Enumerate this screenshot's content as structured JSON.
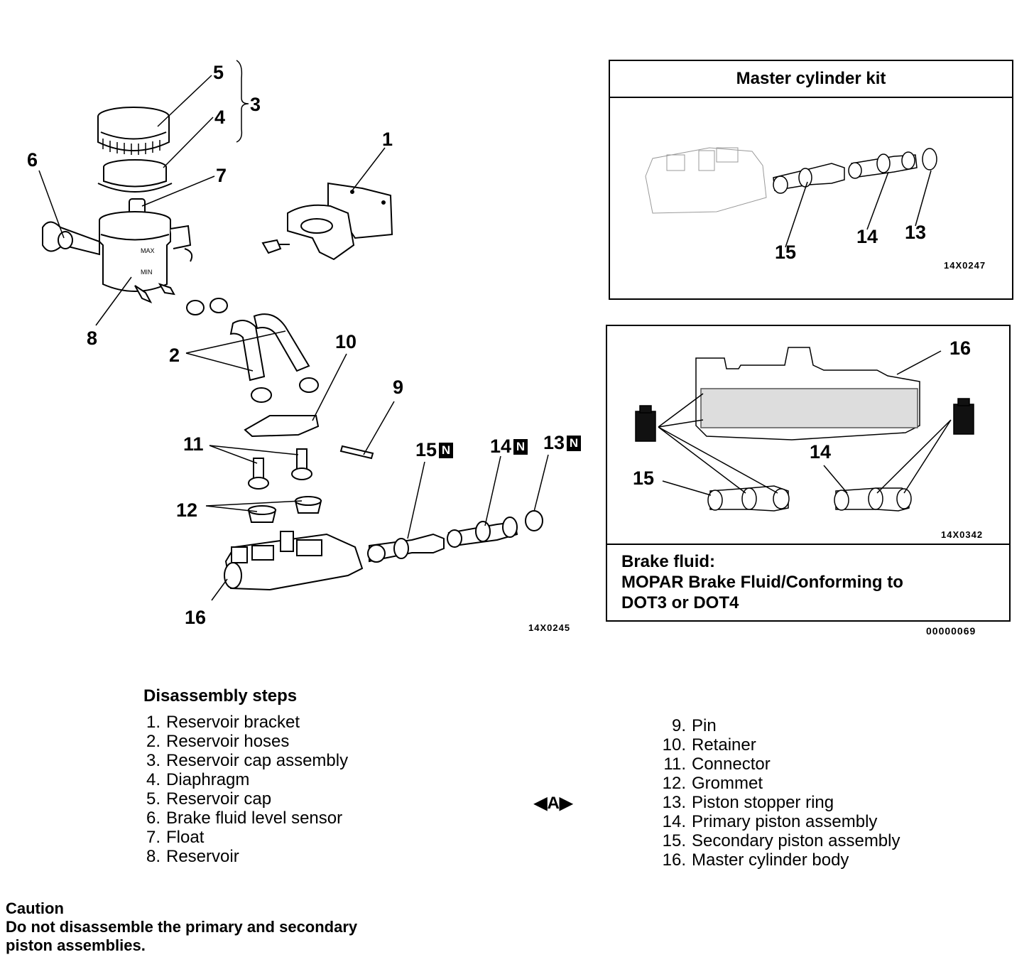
{
  "main_diagram": {
    "callouts": {
      "c1": "1",
      "c2": "2",
      "c3": "3",
      "c4": "4",
      "c5": "5",
      "c6": "6",
      "c7": "7",
      "c8": "8",
      "c9": "9",
      "c10": "10",
      "c11": "11",
      "c12": "12",
      "c13": "13",
      "c14": "14",
      "c15": "15",
      "c16": "16"
    },
    "new_part_badge": "N",
    "figure_code": "14X0245"
  },
  "kit_panel": {
    "title": "Master cylinder kit",
    "callouts": {
      "c15": "15",
      "c14": "14",
      "c13": "13"
    },
    "figure_code": "14X0247"
  },
  "fluid_panel": {
    "callouts": {
      "c16": "16",
      "c14": "14",
      "c15": "15"
    },
    "figure_code": "14X0342",
    "note_line1": "Brake fluid:",
    "note_line2": "MOPAR Brake Fluid/Conforming to",
    "note_line3": "DOT3 or DOT4"
  },
  "side_code": "00000069",
  "steps": {
    "heading": "Disassembly steps",
    "left": [
      {
        "num": "1.",
        "text": "Reservoir bracket"
      },
      {
        "num": "2.",
        "text": "Reservoir hoses"
      },
      {
        "num": "3.",
        "text": "Reservoir cap assembly"
      },
      {
        "num": "4.",
        "text": "Diaphragm"
      },
      {
        "num": "5.",
        "text": "Reservoir cap"
      },
      {
        "num": "6.",
        "text": "Brake fluid level sensor"
      },
      {
        "num": "7.",
        "text": "Float"
      },
      {
        "num": "8.",
        "text": "Reservoir"
      }
    ],
    "marker": "A",
    "right": [
      {
        "num": "9.",
        "text": "Pin"
      },
      {
        "num": "10.",
        "text": "Retainer"
      },
      {
        "num": "11.",
        "text": "Connector"
      },
      {
        "num": "12.",
        "text": "Grommet"
      },
      {
        "num": "13.",
        "text": "Piston stopper ring"
      },
      {
        "num": "14.",
        "text": "Primary piston assembly"
      },
      {
        "num": "15.",
        "text": "Secondary piston assembly"
      },
      {
        "num": "16.",
        "text": "Master cylinder body"
      }
    ]
  },
  "caution": {
    "title": "Caution",
    "line1": "Do not disassemble the primary and secondary",
    "line2": "piston assemblies."
  }
}
